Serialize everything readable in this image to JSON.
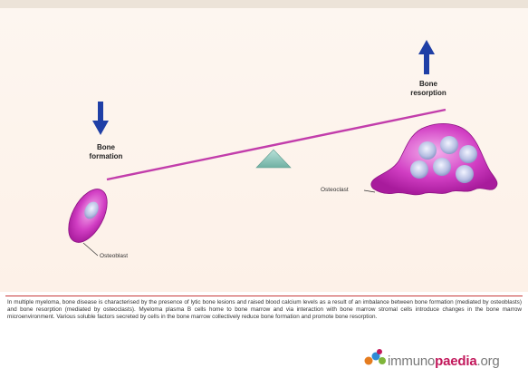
{
  "labels": {
    "bone_resorption": "Bone\nresorption",
    "bone_formation": "Bone\nformation",
    "osteoclast": "Osteoclast",
    "osteoblast": "Osteoblast"
  },
  "caption": "In multiple myeloma, bone disease is characterised by the presence of lytic bone lesions and raised blood calcium levels as a result of an imbalance between bone formation (mediated by osteoblasts) and bone resorption (mediated by osteoclasts). Myeloma plasma B cells home to bone marrow and via interaction with bone marrow stromal cells introduce changes in the bone marrow microenvironment. Various soluble factors secreted by cells in the bone marrow collectively reduce bone formation and promote bone resorption.",
  "logo": {
    "part1": "immuno",
    "part2": "paedia",
    "part3": ".org"
  },
  "colors": {
    "arrow": "#1f3fa6",
    "beam": "#c23dab",
    "fulcrum": "#8cc6ba",
    "cell": "#d23fc4",
    "nucleus": "#b7bfe3",
    "divider": "#c73b3b",
    "logo_accent": "#c2185b"
  }
}
